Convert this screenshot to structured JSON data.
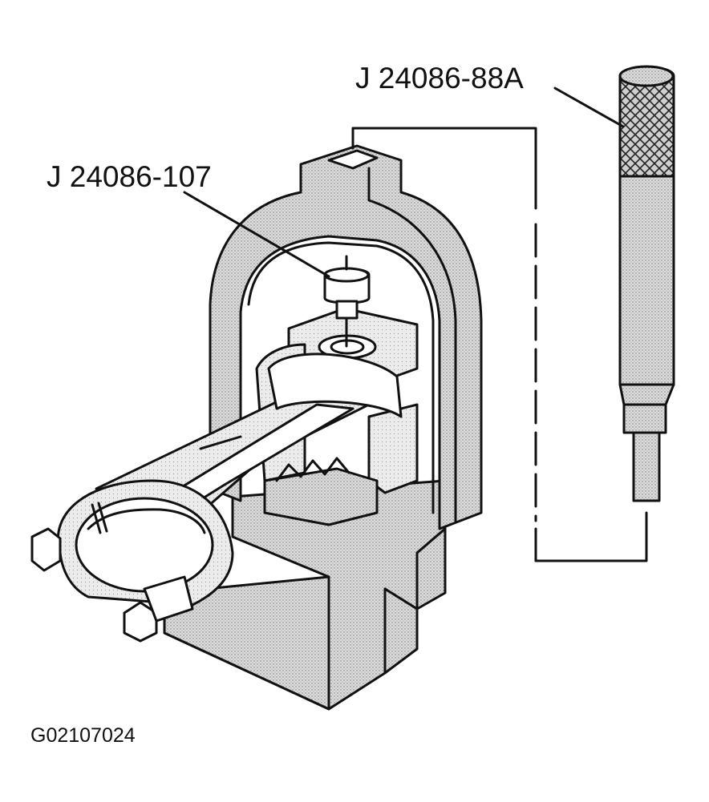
{
  "labels": {
    "pilot_tool": "J 24086-107",
    "driver_tool": "J 24086-88A"
  },
  "figure_id": "G02107024",
  "colors": {
    "ink": "#111111",
    "background": "#ffffff",
    "stipple": "#c8c8c8"
  }
}
